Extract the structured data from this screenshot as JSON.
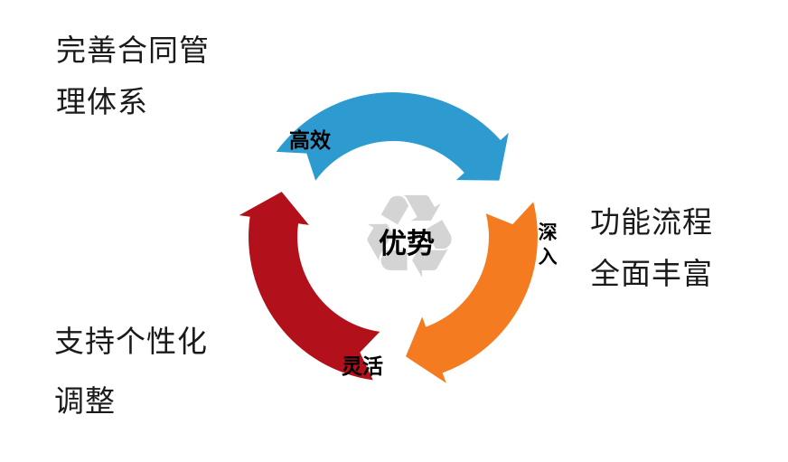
{
  "diagram": {
    "title_semantic": "advantage-cycle-diagram",
    "center_label": "优势",
    "recycle_icon": "♻",
    "arcs": [
      {
        "name": "efficient",
        "label": "高效",
        "color": "#2E9BD0"
      },
      {
        "name": "in-depth",
        "label": "深入",
        "color": "#F47B20"
      },
      {
        "name": "flexible",
        "label": "灵活",
        "color": "#B2111B"
      }
    ],
    "callouts": {
      "top_left": {
        "line1": "完善合同管",
        "line2": "理体系"
      },
      "right": {
        "line1": "功能流程",
        "line2": "全面丰富"
      },
      "bottom_left": {
        "line1": "支持个性化",
        "line2": "调整"
      }
    },
    "colors": {
      "background": "#ffffff",
      "text": "#1a1a1a",
      "watermark": "#d4d4d4"
    }
  }
}
